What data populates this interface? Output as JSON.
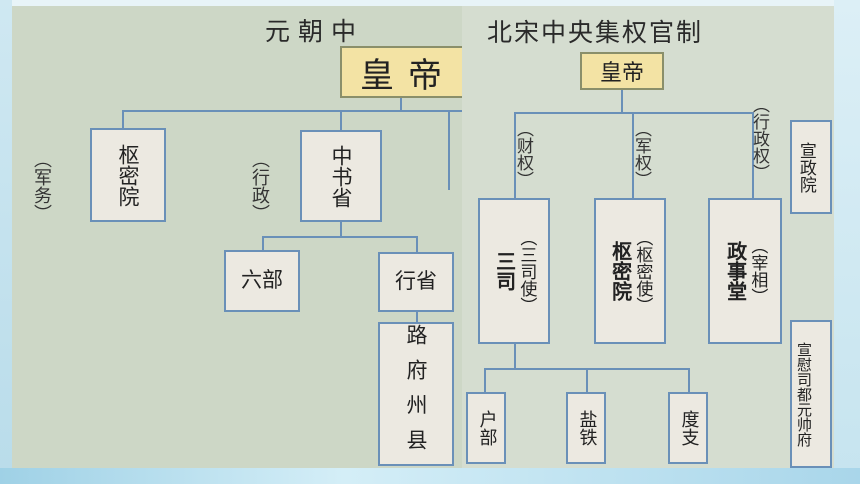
{
  "yuan": {
    "title": "元朝中",
    "emperor": "皇帝",
    "military_note": "（军务）",
    "privy_council": "枢密院",
    "admin_note": "（行政）",
    "secretariat": "中书省",
    "six_ministries": "六部",
    "provinces": "行省",
    "local": "路府州县",
    "right_top": "宣政院",
    "right_bottom": "宣慰司都元帅府"
  },
  "song": {
    "title": "北宋中央集权官制",
    "emperor": "皇帝",
    "branches": [
      {
        "note": "（财权）",
        "office": "三司",
        "head": "（三司使）"
      },
      {
        "note": "（军权）",
        "office": "枢密院",
        "head": "（枢密使）"
      },
      {
        "note": "（行政权）",
        "office": "政事堂",
        "head": "（宰相）"
      }
    ],
    "sub_offices": [
      "户部",
      "盐铁",
      "度支"
    ]
  }
}
